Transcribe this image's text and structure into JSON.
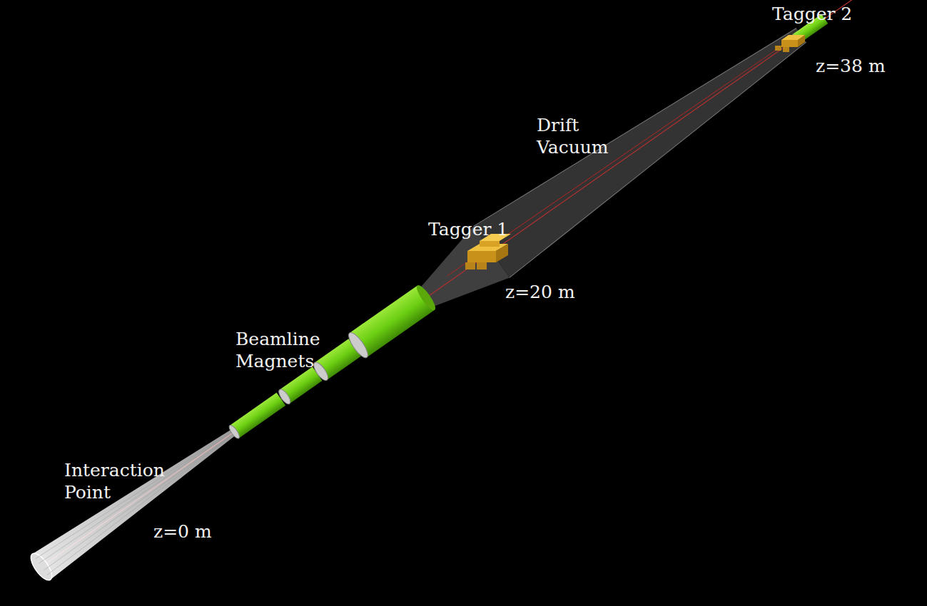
{
  "diagram": {
    "labels": [
      "Tagger 2",
      "z=38 m",
      "Drift Vacuum",
      "Tagger 1",
      "z=20 m",
      "Beamline Magnets",
      "Interaction Point",
      "z=0 m"
    ]
  }
}
